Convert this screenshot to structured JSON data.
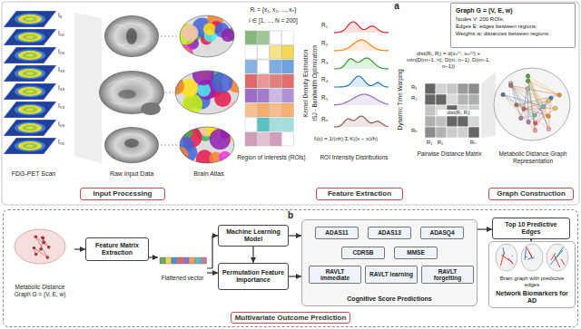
{
  "diagram": {
    "nodes": [
      {
        "text": [
          "Graph G = (V, E, w)",
          "Nodes V: 200 ROIs;",
          "Edges E: edges between regions;",
          "Weights w: distances between regions."
        ]
      },
      {
        "text": [
          "Input Processing"
        ]
      },
      {
        "text": [
          "Feature Extraction"
        ]
      },
      {
        "text": [
          "Graph Construction"
        ]
      },
      {
        "text": [
          "Multivariate Outcome Prediction"
        ]
      },
      {
        "text": [
          "Metabolic Distance Graph G = (V, E, w)"
        ],
        "in": 4
      },
      {
        "text": [
          "Feature Matrix Extraction"
        ],
        "in": 4
      },
      {
        "text": [
          "Flattened vector"
        ],
        "in": 4
      },
      {
        "text": [
          "Machine Learning Model"
        ],
        "in": 4
      },
      {
        "text": [
          "Permutation Feature Importance"
        ],
        "in": 4
      },
      {
        "text": [
          "Cognitive Score Predictions"
        ],
        "in": 4
      },
      {
        "text": [
          "ADAS11"
        ],
        "in": 10
      },
      {
        "text": [
          "ADAS13"
        ],
        "in": 10
      },
      {
        "text": [
          "ADASQ4"
        ],
        "in": 10
      },
      {
        "text": [
          "CDRSB"
        ],
        "in": 10
      },
      {
        "text": [
          "MMSE"
        ],
        "in": 10
      },
      {
        "text": [
          "RAVLT immediate"
        ],
        "in": 10
      },
      {
        "text": [
          "RAVLT learning"
        ],
        "in": 10
      },
      {
        "text": [
          "RAVLT forgetting"
        ],
        "in": 10
      },
      {
        "text": [
          "Top 10 Predictive Edges"
        ],
        "in": 4
      },
      {
        "text": [
          "Brain graph with predictive edges",
          "Network Biomarkers for AD"
        ],
        "in": 4
      }
    ],
    "edges": [
      {
        "from": 5,
        "to": 6,
        "arrow": "to"
      },
      {
        "from": 6,
        "to": 7,
        "arrow": "to"
      },
      {
        "from": 7,
        "to": 8,
        "arrow": "to"
      },
      {
        "from": 7,
        "to": 9,
        "arrow": "to"
      },
      {
        "from": 8,
        "to": 9,
        "arrow": "to"
      },
      {
        "from": 8,
        "to": 10,
        "arrow": "to"
      },
      {
        "from": 9,
        "to": 10,
        "arrow": "to"
      },
      {
        "from": 10,
        "to": 19,
        "arrow": "to"
      },
      {
        "from": 19,
        "to": 20,
        "arrow": "to"
      }
    ],
    "labels": [
      "a",
      "b",
      "I₈",
      "I₁₈",
      "I₂₈",
      "I₃₈",
      "I₄₈",
      "I₅₈",
      "I₆₈",
      "I₇₈",
      "FDG-PET Scan",
      "Raw Input Data",
      "Brain Atlas",
      "Rᵢ = {x₁, x₂, ..., xₙ}",
      "i ∈ [1, ..., N = 200]",
      "Region of Interests (ROIs)",
      "Kernel Density Estimation",
      "ISJ - Bandwidth Optimization",
      "fᵢ(x) = 1/(nh) Σ K((x − xᵢ)/h)",
      "R₁",
      "R₂",
      "R₃",
      "R₄",
      "R₅",
      "Rₙ",
      "ROI Intensity Distributions",
      "Dynamic Time Warping",
      "dist(Rᵢ, Rⱼ) = d(xₙ⁽ⁱ⁾, xₘ⁽ʲ⁾) + min{D(m−1, n), D(m, n−1), D(m−1, n−1)}",
      "R₁",
      "R₂",
      "Rₙ",
      "R₁",
      "R₂",
      "Rₙ",
      "dist(Rᵢ, Rⱼ)",
      "Pairwise Distance Matrix",
      "Metabolic Distance Graph Representation"
    ]
  }
}
